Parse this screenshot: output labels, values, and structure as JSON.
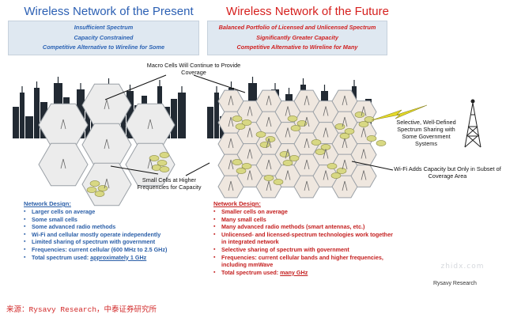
{
  "present": {
    "title": "Wireless Network of the Present",
    "banner": [
      "Insufficient Spectrum",
      "Capacity Constrained",
      "Competitive Alternative to Wireline for Some"
    ],
    "design_heading": "Network Design:",
    "design_items": [
      "Larger cells on average",
      "Some small cells",
      "Some advanced radio methods",
      "Wi-Fi and cellular mostly operate independently",
      "Limited sharing of spectrum with government",
      "Frequencies: current cellular (600 MHz to 2.5 GHz)"
    ],
    "spectrum_prefix": "Total spectrum used: ",
    "spectrum_value": "approximately 1 GHz"
  },
  "future": {
    "title": "Wireless Network of the Future",
    "banner": [
      "Balanced Portfolio of Licensed and Unlicensed Spectrum",
      "Significantly Greater Capacity",
      "Competitive Alternative to Wireline for Many"
    ],
    "design_heading": "Network Design:",
    "design_items": [
      "Smaller cells on average",
      "Many small cells",
      "Many advanced radio methods (smart antennas, etc.)",
      "Unlicensed- and licensed-spectrum technologies work together in integrated network",
      "Selective sharing of spectrum with government",
      "Frequencies: current cellular bands and higher frequencies, including mmWave"
    ],
    "spectrum_prefix": "Total spectrum used: ",
    "spectrum_value": "many GHz"
  },
  "callouts": {
    "macro_cells": "Macro Cells Will Continue to Provide Coverage",
    "small_cells": "Small Cells at Higher Frequencies for Capacity",
    "spectrum_sharing": "Selective, Well-Defined Spectrum Sharing with Some Government Systems",
    "wifi": "Wi-Fi Adds Capacity but Only in Subset of Coverage Area"
  },
  "credit": "Rysavy Research",
  "source": "来源：Rysavy Research，中泰证券研究所",
  "watermark": "zhidx.com",
  "colors": {
    "present": "#2b5fb3",
    "future": "#d6201e",
    "banner_bg": "#dfe8f1",
    "small_cell": "#d8d883",
    "city": "#222a33"
  },
  "icons": [
    "city-skyline-icon",
    "cell-tower-icon",
    "lightning-bolt-icon",
    "government-tower-icon"
  ]
}
